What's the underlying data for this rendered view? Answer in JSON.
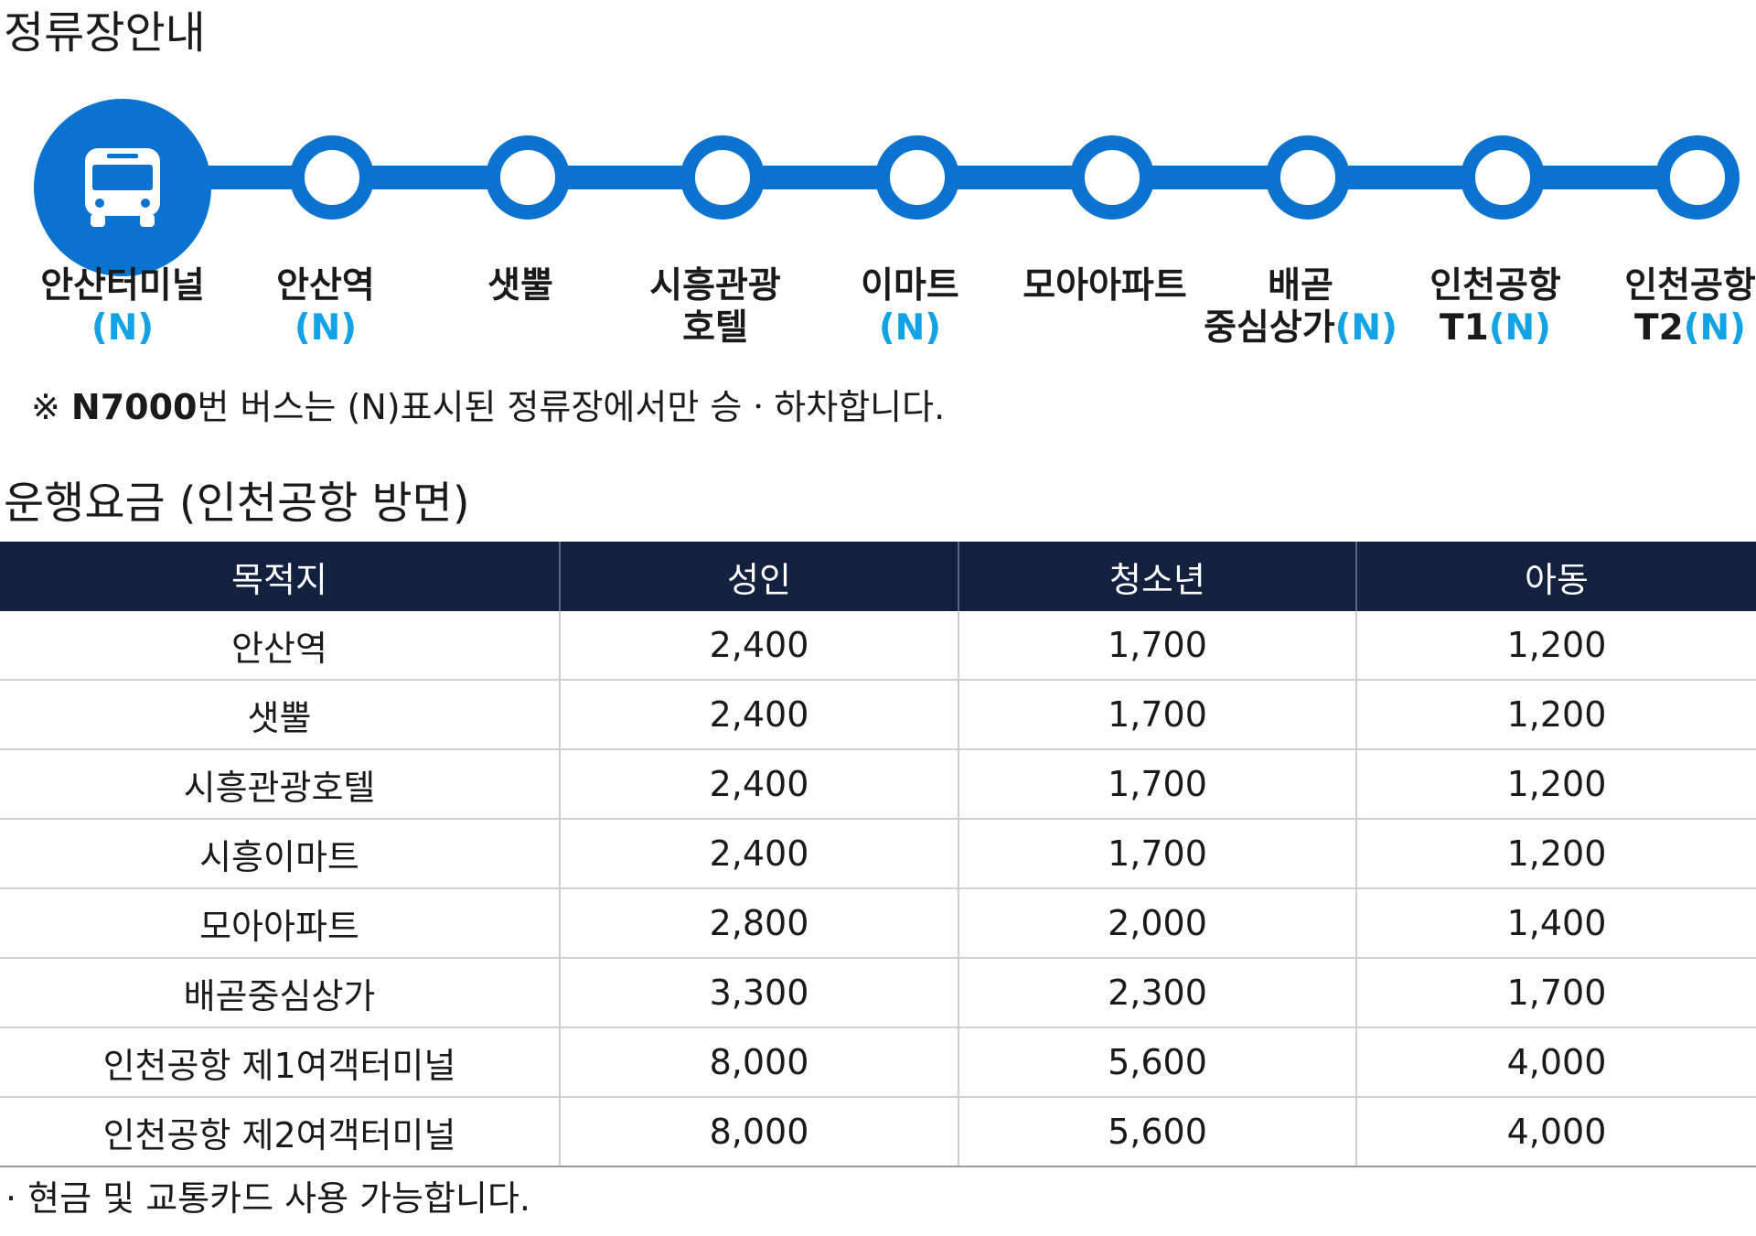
{
  "route": {
    "title": "정류장안내",
    "accent_color": "#0a73d0",
    "marker_color": "#12a3e6",
    "terminal_icon": "bus-icon",
    "stops": [
      {
        "name": "안산터미널",
        "name2": "",
        "mark": "(N)"
      },
      {
        "name": "안산역",
        "name2": "",
        "mark": "(N)"
      },
      {
        "name": "샛뿔",
        "name2": "",
        "mark": ""
      },
      {
        "name": "시흥관광",
        "name2": "호텔",
        "mark": ""
      },
      {
        "name": "이마트",
        "name2": "",
        "mark": "(N)"
      },
      {
        "name": "모아아파트",
        "name2": "",
        "mark": ""
      },
      {
        "name": "배곧",
        "name2": "중심상가",
        "mark": "(N)"
      },
      {
        "name": "인천공항",
        "name2": "T1",
        "mark": "(N)"
      },
      {
        "name": "인천공항",
        "name2": "T2",
        "mark": "(N)"
      }
    ],
    "note": {
      "prefix": "※ ",
      "bold": "N7000",
      "rest": "번 버스는 (N)표시된 정류장에서만 승ㆍ하차합니다."
    }
  },
  "fare": {
    "title": "운행요금 (인천공항 방면)",
    "header_color": "#13213f",
    "columns": [
      "목적지",
      "성인",
      "청소년",
      "아동"
    ],
    "rows": [
      [
        "안산역",
        "2,400",
        "1,700",
        "1,200"
      ],
      [
        "샛뿔",
        "2,400",
        "1,700",
        "1,200"
      ],
      [
        "시흥관광호텔",
        "2,400",
        "1,700",
        "1,200"
      ],
      [
        "시흥이마트",
        "2,400",
        "1,700",
        "1,200"
      ],
      [
        "모아아파트",
        "2,800",
        "2,000",
        "1,400"
      ],
      [
        "배곧중심상가",
        "3,300",
        "2,300",
        "1,700"
      ],
      [
        "인천공항 제1여객터미널",
        "8,000",
        "5,600",
        "4,000"
      ],
      [
        "인천공항 제2여객터미널",
        "8,000",
        "5,600",
        "4,000"
      ]
    ],
    "note": "· 현금 및 교통카드 사용 가능합니다."
  }
}
